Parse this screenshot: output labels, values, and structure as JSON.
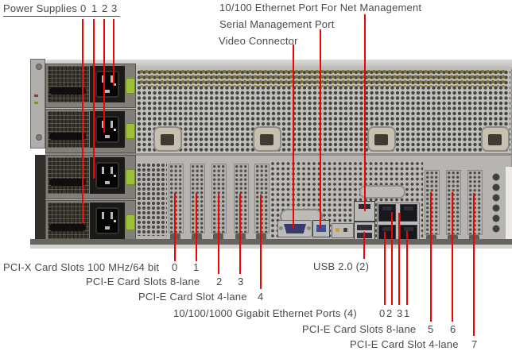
{
  "colors": {
    "callout_line": "#ee0400",
    "label_text": "#4a4a4a",
    "psu_clip_green": "#9dc136"
  },
  "callouts": {
    "power_supplies": {
      "label": "Power Supplies",
      "numbers": [
        "0",
        "1",
        "2",
        "3"
      ]
    },
    "net_mgmt": {
      "label": "10/100 Ethernet Port For Net Management"
    },
    "serial_mgmt": {
      "label": "Serial Management Port"
    },
    "video": {
      "label": "Video Connector"
    },
    "pcix_slots": {
      "label": "PCI-X Card Slots 100 MHz/64 bit",
      "numbers": [
        "0",
        "1"
      ]
    },
    "pcie_8lane_left": {
      "label": "PCI-E Card Slots 8-lane",
      "numbers": [
        "2",
        "3"
      ]
    },
    "pcie_4lane_left": {
      "label": "PCI-E Card Slot 4-lane",
      "numbers": [
        "4"
      ]
    },
    "usb": {
      "label": "USB 2.0 (2)"
    },
    "gigabit_ethernet": {
      "label": "10/100/1000 Gigabit Ethernet Ports (4)",
      "numbers": [
        "0",
        "2",
        "3",
        "1"
      ]
    },
    "pcie_8lane_right": {
      "label": "PCI-E Card Slots 8-lane",
      "numbers": [
        "5",
        "6"
      ]
    },
    "pcie_4lane_right": {
      "label": "PCI-E Card Slot 4-lane",
      "numbers": [
        "7"
      ]
    }
  }
}
